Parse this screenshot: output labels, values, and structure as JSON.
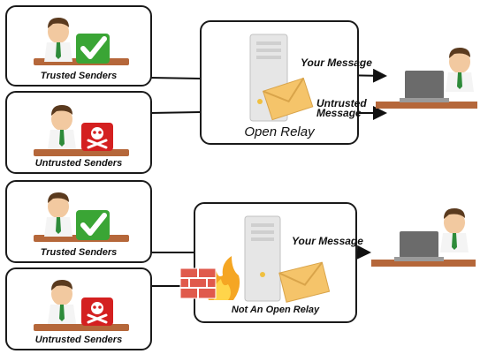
{
  "top": {
    "trusted_caption": "Trusted Senders",
    "untrusted_caption": "Untrusted Senders",
    "relay_caption": "Open Relay",
    "your_message": "Your Message",
    "untrusted_message_line1": "Untrusted",
    "untrusted_message_line2": "Message"
  },
  "bottom": {
    "trusted_caption": "Trusted Senders",
    "untrusted_caption": "Untrusted Senders",
    "relay_caption": "Not An Open Relay",
    "your_message": "Your Message"
  },
  "colors": {
    "trusted_green": "#3aa535",
    "untrusted_red": "#d42020",
    "envelope": "#f5c46a",
    "desk": "#b5673a",
    "firewall_brick": "#e05a4c"
  },
  "icons": [
    "businessman-icon",
    "checkmark-icon",
    "skull-crossbones-icon",
    "server-icon",
    "envelope-icon",
    "laptop-icon",
    "firewall-icon"
  ]
}
